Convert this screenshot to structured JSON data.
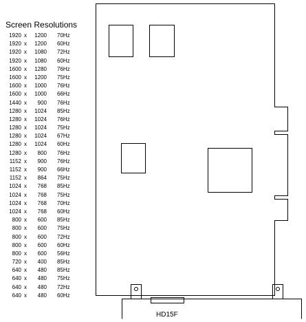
{
  "resolutions": {
    "title": "Screen Resolutions",
    "separator": "x",
    "rows": [
      {
        "width": "1920",
        "height": "1200",
        "rate": "70Hz"
      },
      {
        "width": "1920",
        "height": "1200",
        "rate": "60Hz"
      },
      {
        "width": "1920",
        "height": "1080",
        "rate": "72Hz"
      },
      {
        "width": "1920",
        "height": "1080",
        "rate": "60Hz"
      },
      {
        "width": "1600",
        "height": "1280",
        "rate": "76Hz"
      },
      {
        "width": "1600",
        "height": "1200",
        "rate": "75Hz"
      },
      {
        "width": "1600",
        "height": "1000",
        "rate": "76Hz"
      },
      {
        "width": "1600",
        "height": "1000",
        "rate": "66Hz"
      },
      {
        "width": "1440",
        "height": "900",
        "rate": "76Hz"
      },
      {
        "width": "1280",
        "height": "1024",
        "rate": "85Hz"
      },
      {
        "width": "1280",
        "height": "1024",
        "rate": "76Hz"
      },
      {
        "width": "1280",
        "height": "1024",
        "rate": "75Hz"
      },
      {
        "width": "1280",
        "height": "1024",
        "rate": "67Hz"
      },
      {
        "width": "1280",
        "height": "1024",
        "rate": "60Hz"
      },
      {
        "width": "1280",
        "height": "800",
        "rate": "76Hz"
      },
      {
        "width": "1152",
        "height": "900",
        "rate": "76Hz"
      },
      {
        "width": "1152",
        "height": "900",
        "rate": "66Hz"
      },
      {
        "width": "1152",
        "height": "864",
        "rate": "75Hz"
      },
      {
        "width": "1024",
        "height": "768",
        "rate": "85Hz"
      },
      {
        "width": "1024",
        "height": "768",
        "rate": "75Hz"
      },
      {
        "width": "1024",
        "height": "768",
        "rate": "70Hz"
      },
      {
        "width": "1024",
        "height": "768",
        "rate": "60Hz"
      },
      {
        "width": "800",
        "height": "600",
        "rate": "85Hz"
      },
      {
        "width": "800",
        "height": "600",
        "rate": "75Hz"
      },
      {
        "width": "800",
        "height": "600",
        "rate": "72Hz"
      },
      {
        "width": "800",
        "height": "600",
        "rate": "60Hz"
      },
      {
        "width": "800",
        "height": "600",
        "rate": "56Hz"
      },
      {
        "width": "720",
        "height": "400",
        "rate": "85Hz"
      },
      {
        "width": "640",
        "height": "480",
        "rate": "85Hz"
      },
      {
        "width": "640",
        "height": "480",
        "rate": "75Hz"
      },
      {
        "width": "640",
        "height": "480",
        "rate": "72Hz"
      },
      {
        "width": "640",
        "height": "480",
        "rate": "60Hz"
      }
    ]
  },
  "board": {
    "connector_label": "HD15F",
    "line_color": "#000000",
    "background_color": "#ffffff"
  }
}
